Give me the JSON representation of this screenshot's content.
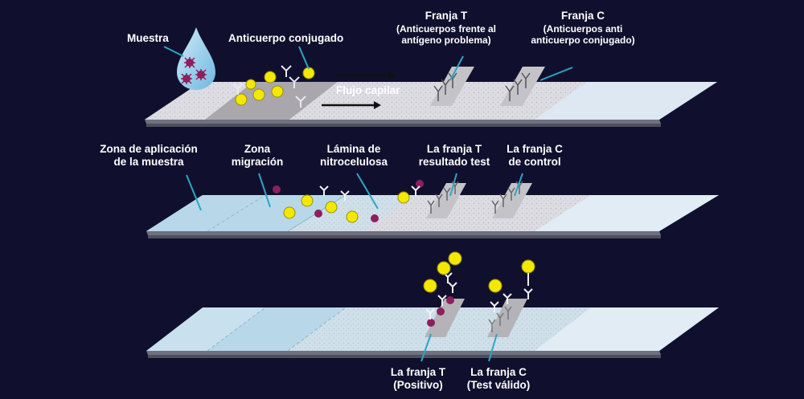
{
  "strip1": {
    "sample_label": "Muestra",
    "conjugate_label": "Anticuerpo conjugado",
    "flow_label": "Flujo capilar",
    "t_line_title": "Franja T",
    "t_line_desc_1": "(Anticuerpos frente al",
    "t_line_desc_2": "antígeno problema)",
    "c_line_title": "Franja C",
    "c_line_desc_1": "(Anticuerpos anti",
    "c_line_desc_2": "anticuerpo conjugado)"
  },
  "strip2": {
    "application_zone_1": "Zona de aplicación",
    "application_zone_2": "de la muestra",
    "migration_zone_1": "Zona",
    "migration_zone_2": "migración",
    "membrane_1": "Lámina de",
    "membrane_2": "nitrocelulosa",
    "t_line_1": "La franja T",
    "t_line_2": "resultado test",
    "c_line_1": "La franja C",
    "c_line_2": "de control"
  },
  "strip3": {
    "t_line_1": "La franja T",
    "t_line_2": "(Positivo)",
    "c_line_1": "La franja C",
    "c_line_2": "(Test válido)"
  },
  "colors": {
    "background": "#10102e",
    "antigen": "#8e1f5c",
    "conjugate_gold": "#f4e800",
    "leader_line": "#2aa6c4"
  }
}
